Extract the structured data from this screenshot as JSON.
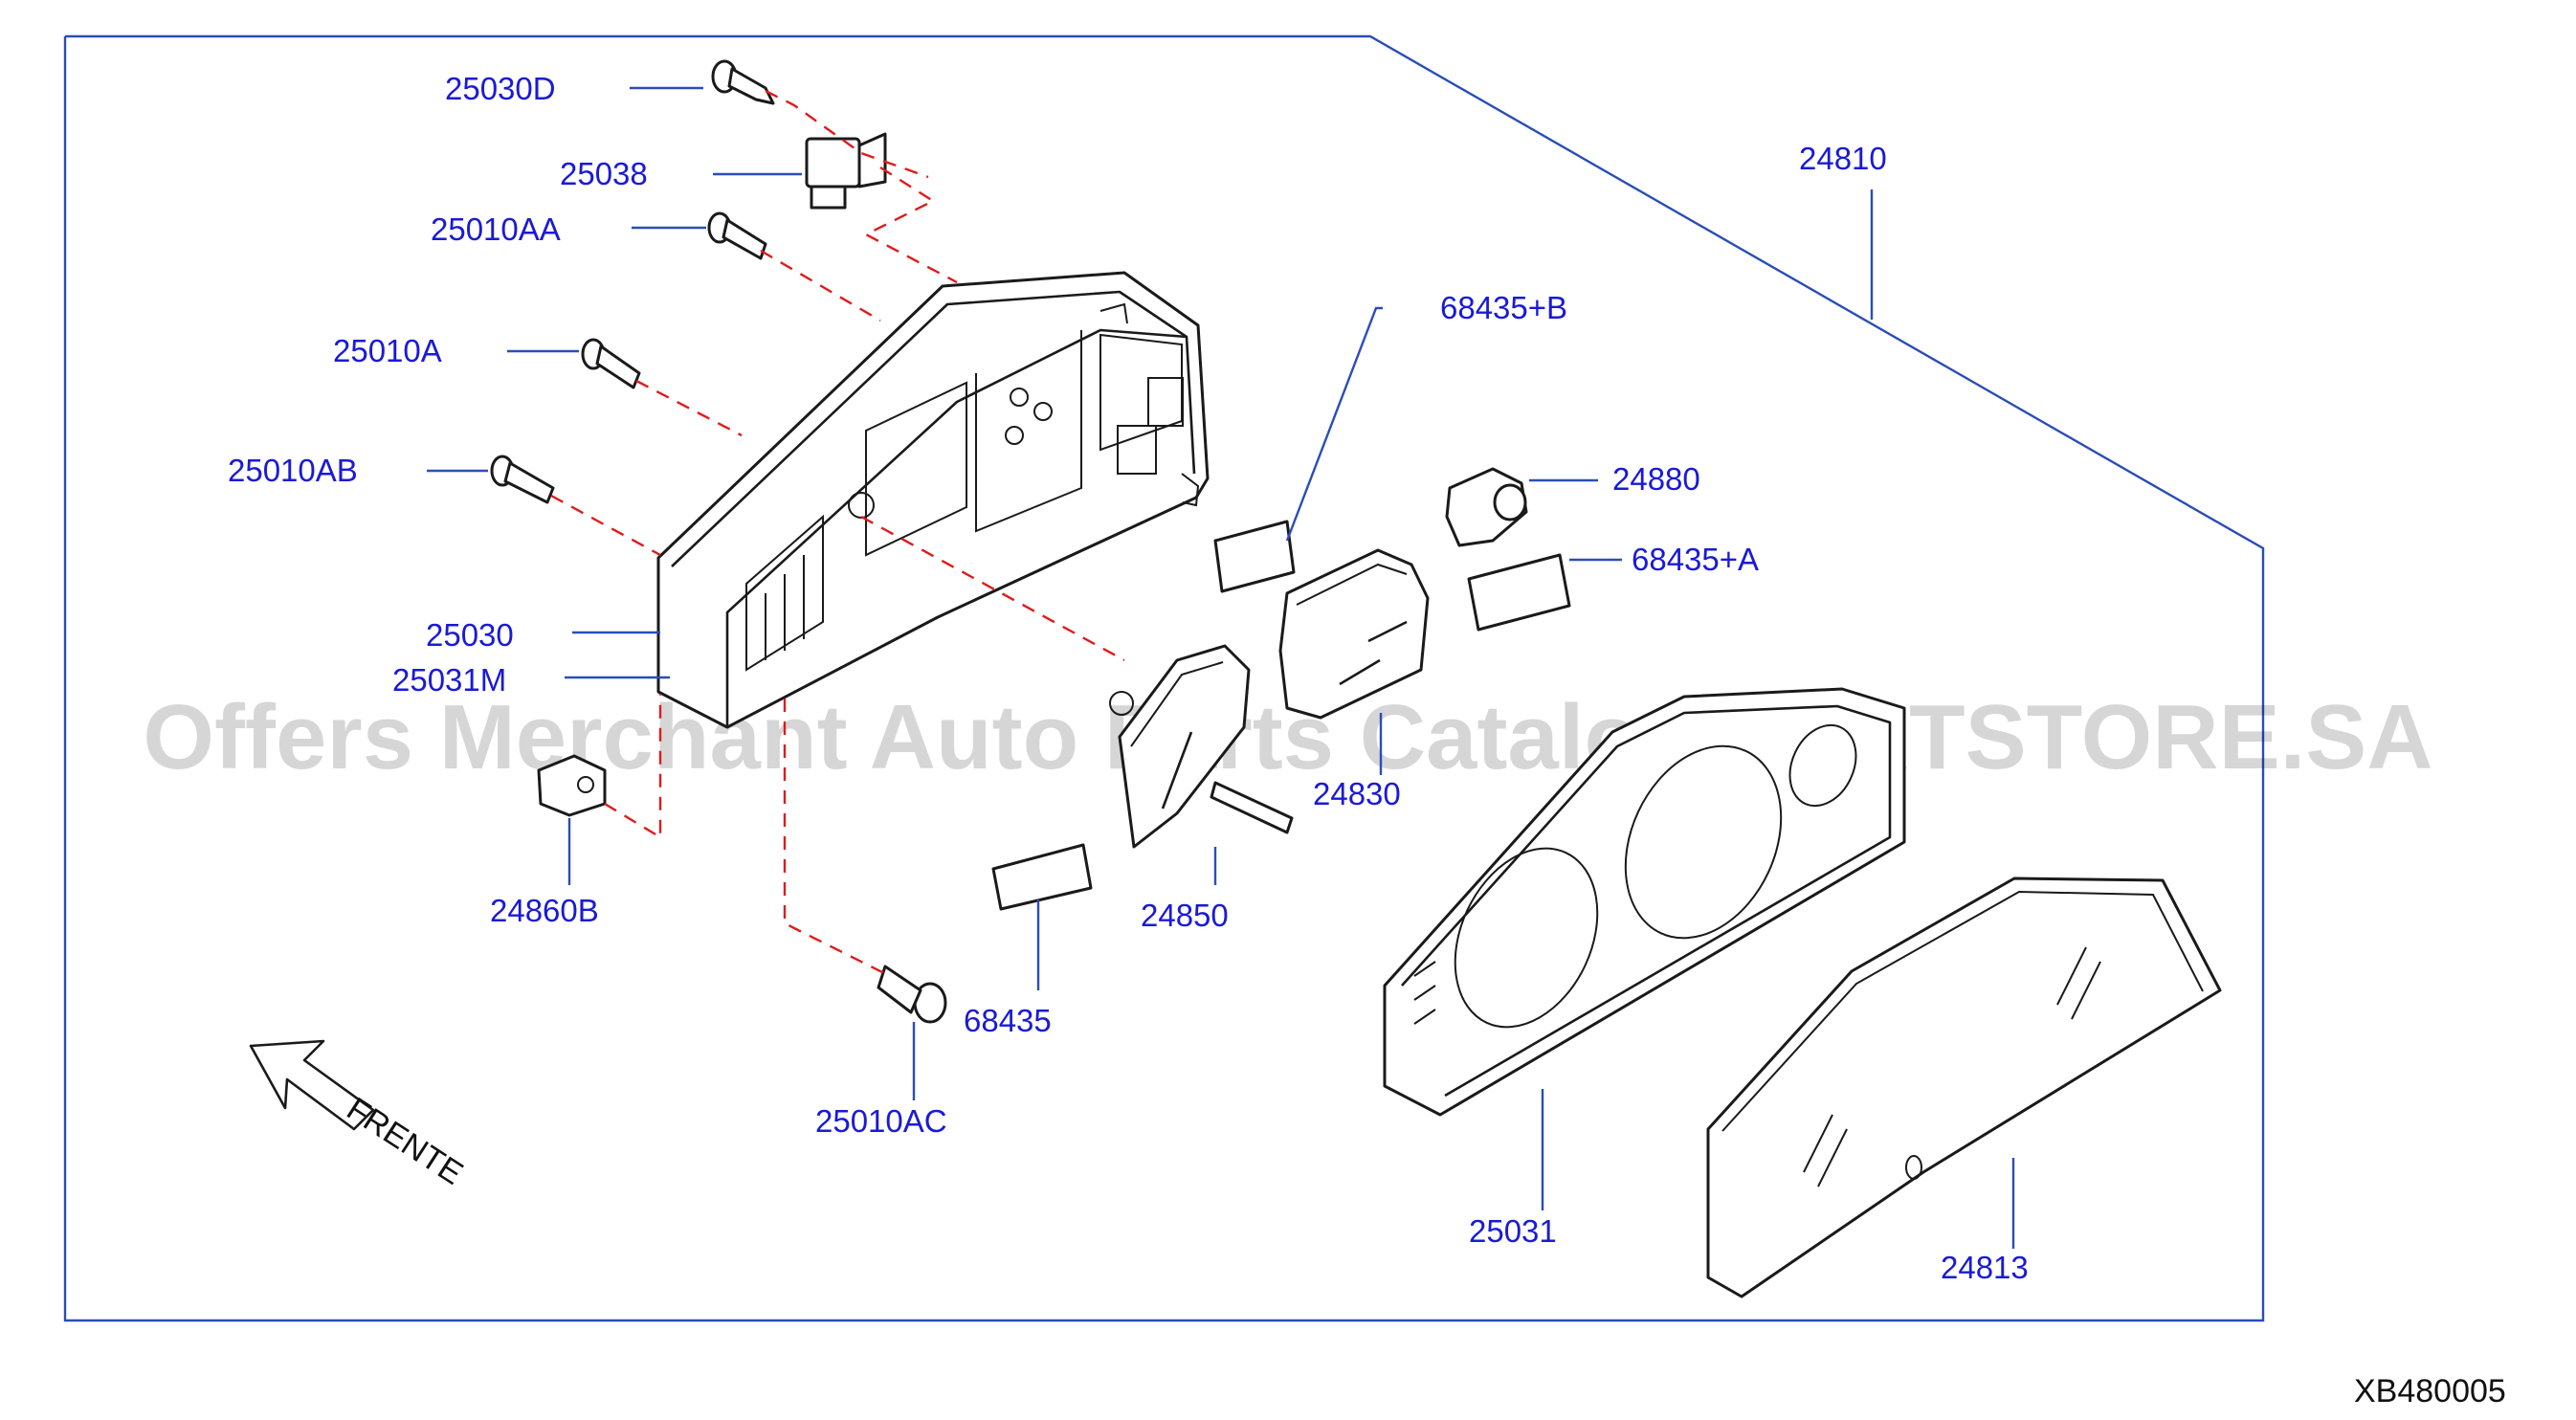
{
  "diagram_code": "XB480005",
  "watermark": "Offers Merchant Auto Parts Catalog PARTSTORE.SA",
  "direction_label": "FRENTE",
  "callouts": [
    {
      "id": "c-25030D",
      "label": "25030D"
    },
    {
      "id": "c-25038",
      "label": "25038"
    },
    {
      "id": "c-25010AA",
      "label": "25010AA"
    },
    {
      "id": "c-25010A",
      "label": "25010A"
    },
    {
      "id": "c-25010AB",
      "label": "25010AB"
    },
    {
      "id": "c-25030",
      "label": "25030"
    },
    {
      "id": "c-25031M",
      "label": "25031M"
    },
    {
      "id": "c-24860B",
      "label": "24860B"
    },
    {
      "id": "c-25010AC",
      "label": "25010AC"
    },
    {
      "id": "c-68435",
      "label": "68435"
    },
    {
      "id": "c-24850",
      "label": "24850"
    },
    {
      "id": "c-24830",
      "label": "24830"
    },
    {
      "id": "c-68435B",
      "label": "68435+B"
    },
    {
      "id": "c-24880",
      "label": "24880"
    },
    {
      "id": "c-68435A",
      "label": "68435+A"
    },
    {
      "id": "c-24810",
      "label": "24810"
    },
    {
      "id": "c-25031",
      "label": "25031"
    },
    {
      "id": "c-24813",
      "label": "24813"
    }
  ],
  "colors": {
    "label": "#1a1ad6",
    "leader": "#2a4db8",
    "dashed_guide": "#e01b1b",
    "part_outline": "#1a1a1a"
  }
}
